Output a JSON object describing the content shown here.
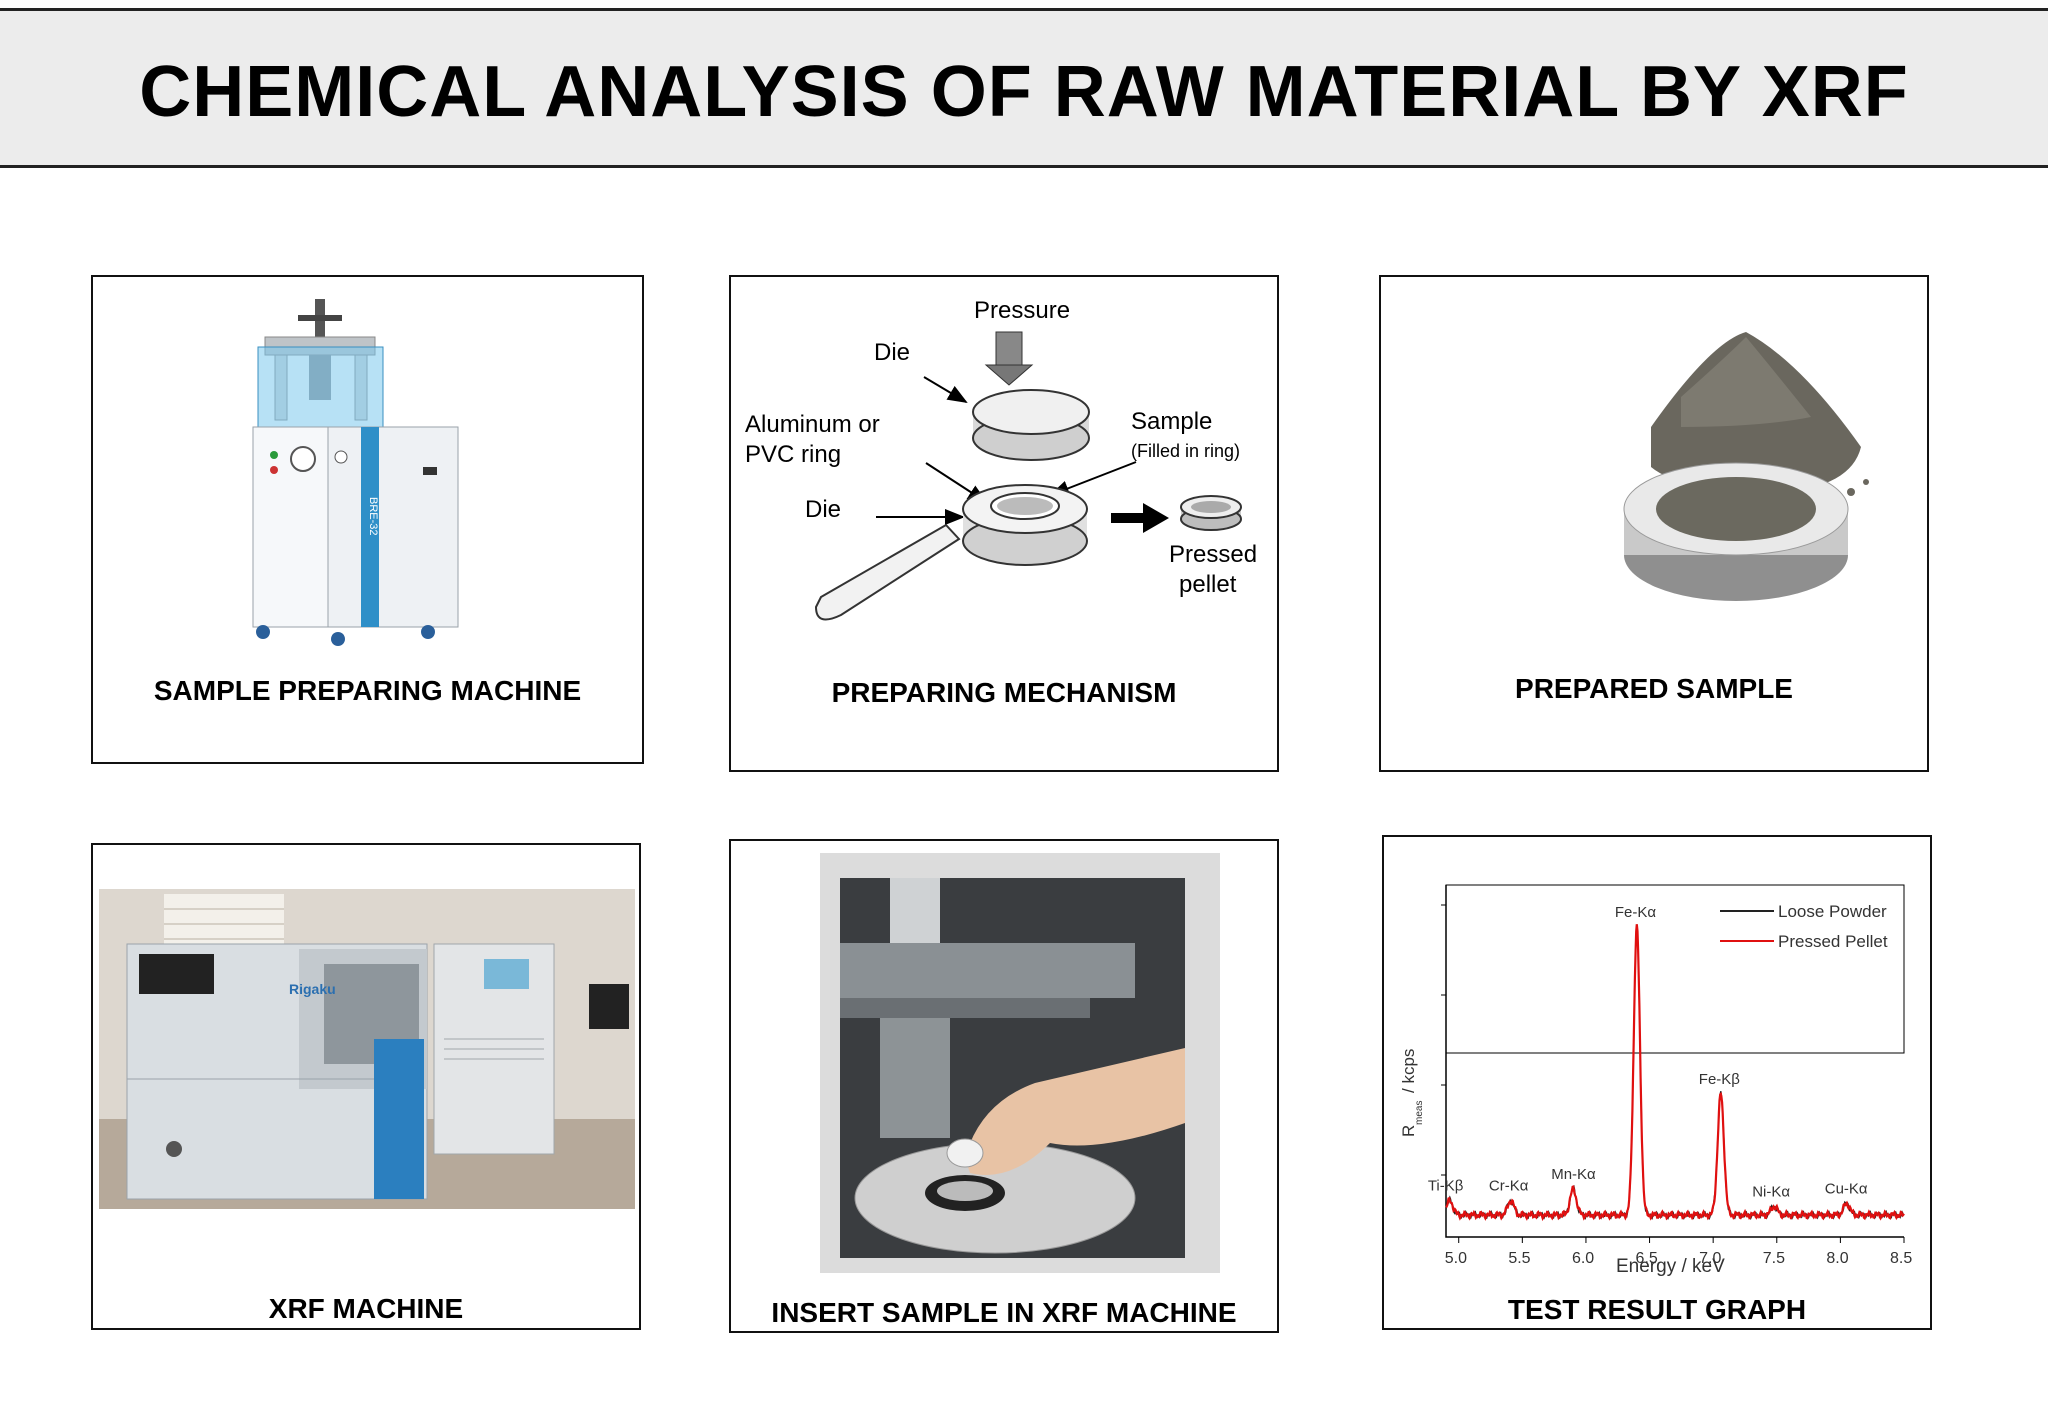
{
  "title": "CHEMICAL ANALYSIS OF RAW MATERIAL BY XRF",
  "panels": {
    "sample_machine": {
      "caption": "SAMPLE PREPARING MACHINE",
      "brand": "BRE-32"
    },
    "mechanism": {
      "caption": "PREPARING MECHANISM",
      "labels": {
        "pressure": "Pressure",
        "die_top": "Die",
        "ring_line1": "Aluminum or",
        "ring_line2": "PVC ring",
        "sample": "Sample",
        "sample_note": "(Filled in ring)",
        "die_bottom": "Die",
        "pressed_line1": "Pressed",
        "pressed_line2": "pellet"
      }
    },
    "prepared_sample": {
      "caption": "PREPARED SAMPLE"
    },
    "xrf_machine": {
      "caption": "XRF MACHINE",
      "brand": "Rigaku"
    },
    "insert_sample": {
      "caption": "INSERT SAMPLE IN XRF MACHINE"
    },
    "result_graph": {
      "caption": "TEST RESULT GRAPH"
    }
  },
  "chart_data": {
    "type": "line",
    "xlabel": "Energy / keV",
    "ylabel": "R",
    "ylabel_sub": "meas",
    "ylabel_unit": "/ kcps",
    "xlim": [
      4.9,
      8.5
    ],
    "x_ticks": [
      "5.0",
      "5.5",
      "6.0",
      "6.5",
      "7.0",
      "7.5",
      "8.0",
      "8.5"
    ],
    "legend": "top-right",
    "series": [
      {
        "name": "Loose Powder",
        "color": "#222222"
      },
      {
        "name": "Pressed Pellet",
        "color": "#e01010"
      }
    ],
    "peaks": [
      {
        "label": "Ti-Kβ",
        "x": 4.93,
        "height": 0.05
      },
      {
        "label": "Cr-Kα",
        "x": 5.41,
        "height": 0.05
      },
      {
        "label": "Mn-Kα",
        "x": 5.9,
        "height": 0.09
      },
      {
        "label": "Fe-Kα",
        "x": 6.4,
        "height": 1.0
      },
      {
        "label": "Fe-Kβ",
        "x": 7.06,
        "height": 0.42
      },
      {
        "label": "Ni-Kα",
        "x": 7.48,
        "height": 0.03
      },
      {
        "label": "Cu-Kα",
        "x": 8.05,
        "height": 0.04
      }
    ]
  }
}
